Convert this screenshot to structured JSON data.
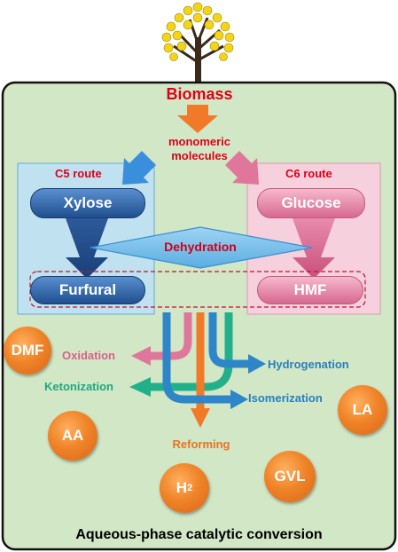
{
  "source": "Biomass",
  "intermediate": "monomeric\nmolecules",
  "c5": {
    "route": "C5 route",
    "top": "Xylose",
    "bottom": "Furfural"
  },
  "c6": {
    "route": "C6 route",
    "top": "Glucose",
    "bottom": "HMF"
  },
  "process": "Dehydration",
  "reactions": {
    "oxidation": "Oxidation",
    "ketonization": "Ketonization",
    "hydrogenation": "Hydrogenation",
    "isomerization": "Isomerization",
    "reforming": "Reforming"
  },
  "products": {
    "dmf": "DMF",
    "aa": "AA",
    "h2": "H",
    "h2_sub": "2",
    "gvl": "GVL",
    "la": "LA"
  },
  "footer": "Aqueous-phase catalytic conversion",
  "colors": {
    "panel_bg": "#d2e7c6",
    "c5_box": "#bfe1f0",
    "c6_box": "#f6d0dc",
    "biomass_red": "#e0001a",
    "orange": "#f07a28",
    "pink": "#e0779b",
    "teal": "#22b08a",
    "blue": "#2e86c8"
  }
}
